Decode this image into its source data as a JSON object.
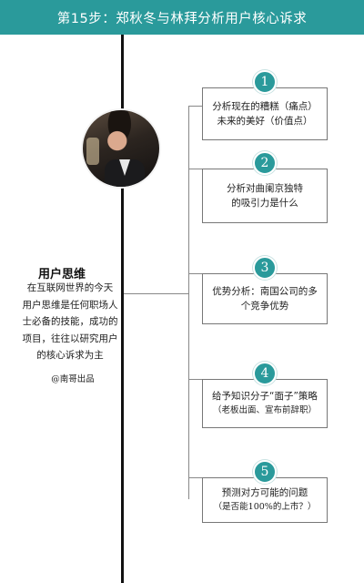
{
  "header": {
    "title": "第15步：郑秋冬与林拜分析用户核心诉求"
  },
  "left": {
    "title": "用户思维",
    "description_lines": [
      "在互联网世界的今天",
      "用户思维是任何职场人",
      "士必备的技能，成功的",
      "项目，往往以研究用户",
      "的核心诉求为主"
    ],
    "credit": "@南哥出品"
  },
  "steps": [
    {
      "number": "1",
      "line1": "分析现在的糟糕（痛点）",
      "line2": "未来的美好（价值点）"
    },
    {
      "number": "2",
      "line1": "分析对曲阑京独特",
      "line2": "的吸引力是什么"
    },
    {
      "number": "3",
      "line1": "优势分析：南国公司的多",
      "line2": "个竞争优势"
    },
    {
      "number": "4",
      "line1": "给予知识分子“面子”策略",
      "line2": "（老板出面、宣布前辞职）"
    },
    {
      "number": "5",
      "line1": "预测对方可能的问题",
      "line2": "（是否能100%的上市？）"
    }
  ]
}
